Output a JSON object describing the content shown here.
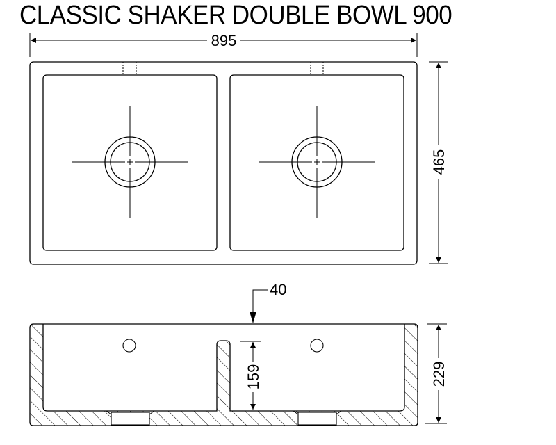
{
  "title": "CLASSIC SHAKER DOUBLE BOWL 900",
  "plan_view": {
    "overall_width": "895",
    "overall_depth": "465",
    "bowls": 2
  },
  "section_view": {
    "divider_thickness": "40",
    "divider_height": "159",
    "overall_height": "229"
  },
  "colors": {
    "line": "#000000",
    "background": "#ffffff"
  }
}
